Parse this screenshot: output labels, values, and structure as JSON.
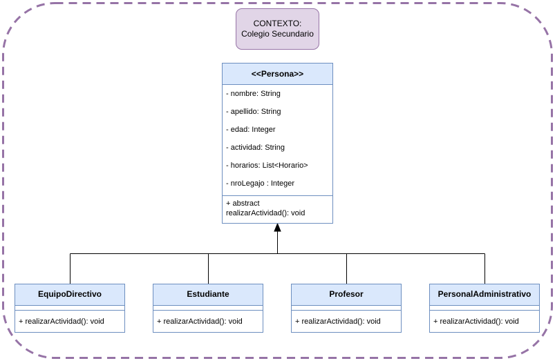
{
  "context": {
    "line1": "CONTEXTO:",
    "line2": "Colegio Secundario"
  },
  "persona": {
    "name": "<<Persona>>",
    "attributes": [
      "- nombre: String",
      "- apellido: String",
      "- edad: Integer",
      "- actividad: String",
      "- horarios: List<Horario>",
      "- nroLegajo : Integer"
    ],
    "operation_line1": "+ abstract",
    "operation_line2": "realizarActividad(): void"
  },
  "subclasses": [
    {
      "name": "EquipoDirectivo",
      "operation": "+ realizarActividad(): void"
    },
    {
      "name": "Estudiante",
      "operation": "+ realizarActividad(): void"
    },
    {
      "name": "Profesor",
      "operation": "+ realizarActividad(): void"
    },
    {
      "name": "PersonalAdministrativo",
      "operation": "+ realizarActividad(): void"
    }
  ],
  "colors": {
    "frame": "#9673a6",
    "context_fill": "#e1d5e7",
    "class_header": "#dae8fc",
    "class_border": "#6c8ebf",
    "line": "#000000"
  }
}
